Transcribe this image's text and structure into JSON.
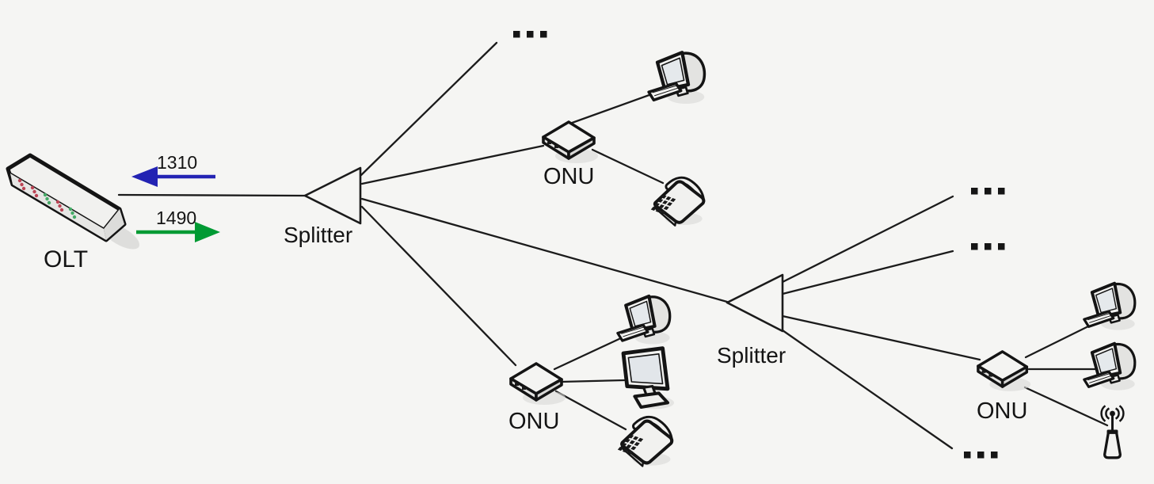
{
  "colors": {
    "background": "#f5f5f3",
    "line": "#1b1b1b",
    "upstream": "#2323b3",
    "downstream": "#009a33",
    "led_red": "#bb4455",
    "led_green": "#44aa66"
  },
  "olt": {
    "label": "OLT"
  },
  "wavelengths": {
    "upstream": {
      "label": "1310",
      "direction": "left"
    },
    "downstream": {
      "label": "1490",
      "direction": "right"
    }
  },
  "splitters": [
    {
      "label": "Splitter"
    },
    {
      "label": "Splitter"
    }
  ],
  "onus": [
    {
      "label": "ONU"
    },
    {
      "label": "ONU"
    },
    {
      "label": "ONU"
    }
  ],
  "ellipsis_label": "...",
  "icons": {
    "olt": "olt-chassis-icon",
    "splitter": "optical-splitter-icon",
    "onu": "onu-modem-icon",
    "computer": "desktop-computer-icon",
    "monitor": "lcd-monitor-icon",
    "phone": "telephone-icon",
    "antenna": "wifi-antenna-icon",
    "more": "ellipsis-dots"
  }
}
